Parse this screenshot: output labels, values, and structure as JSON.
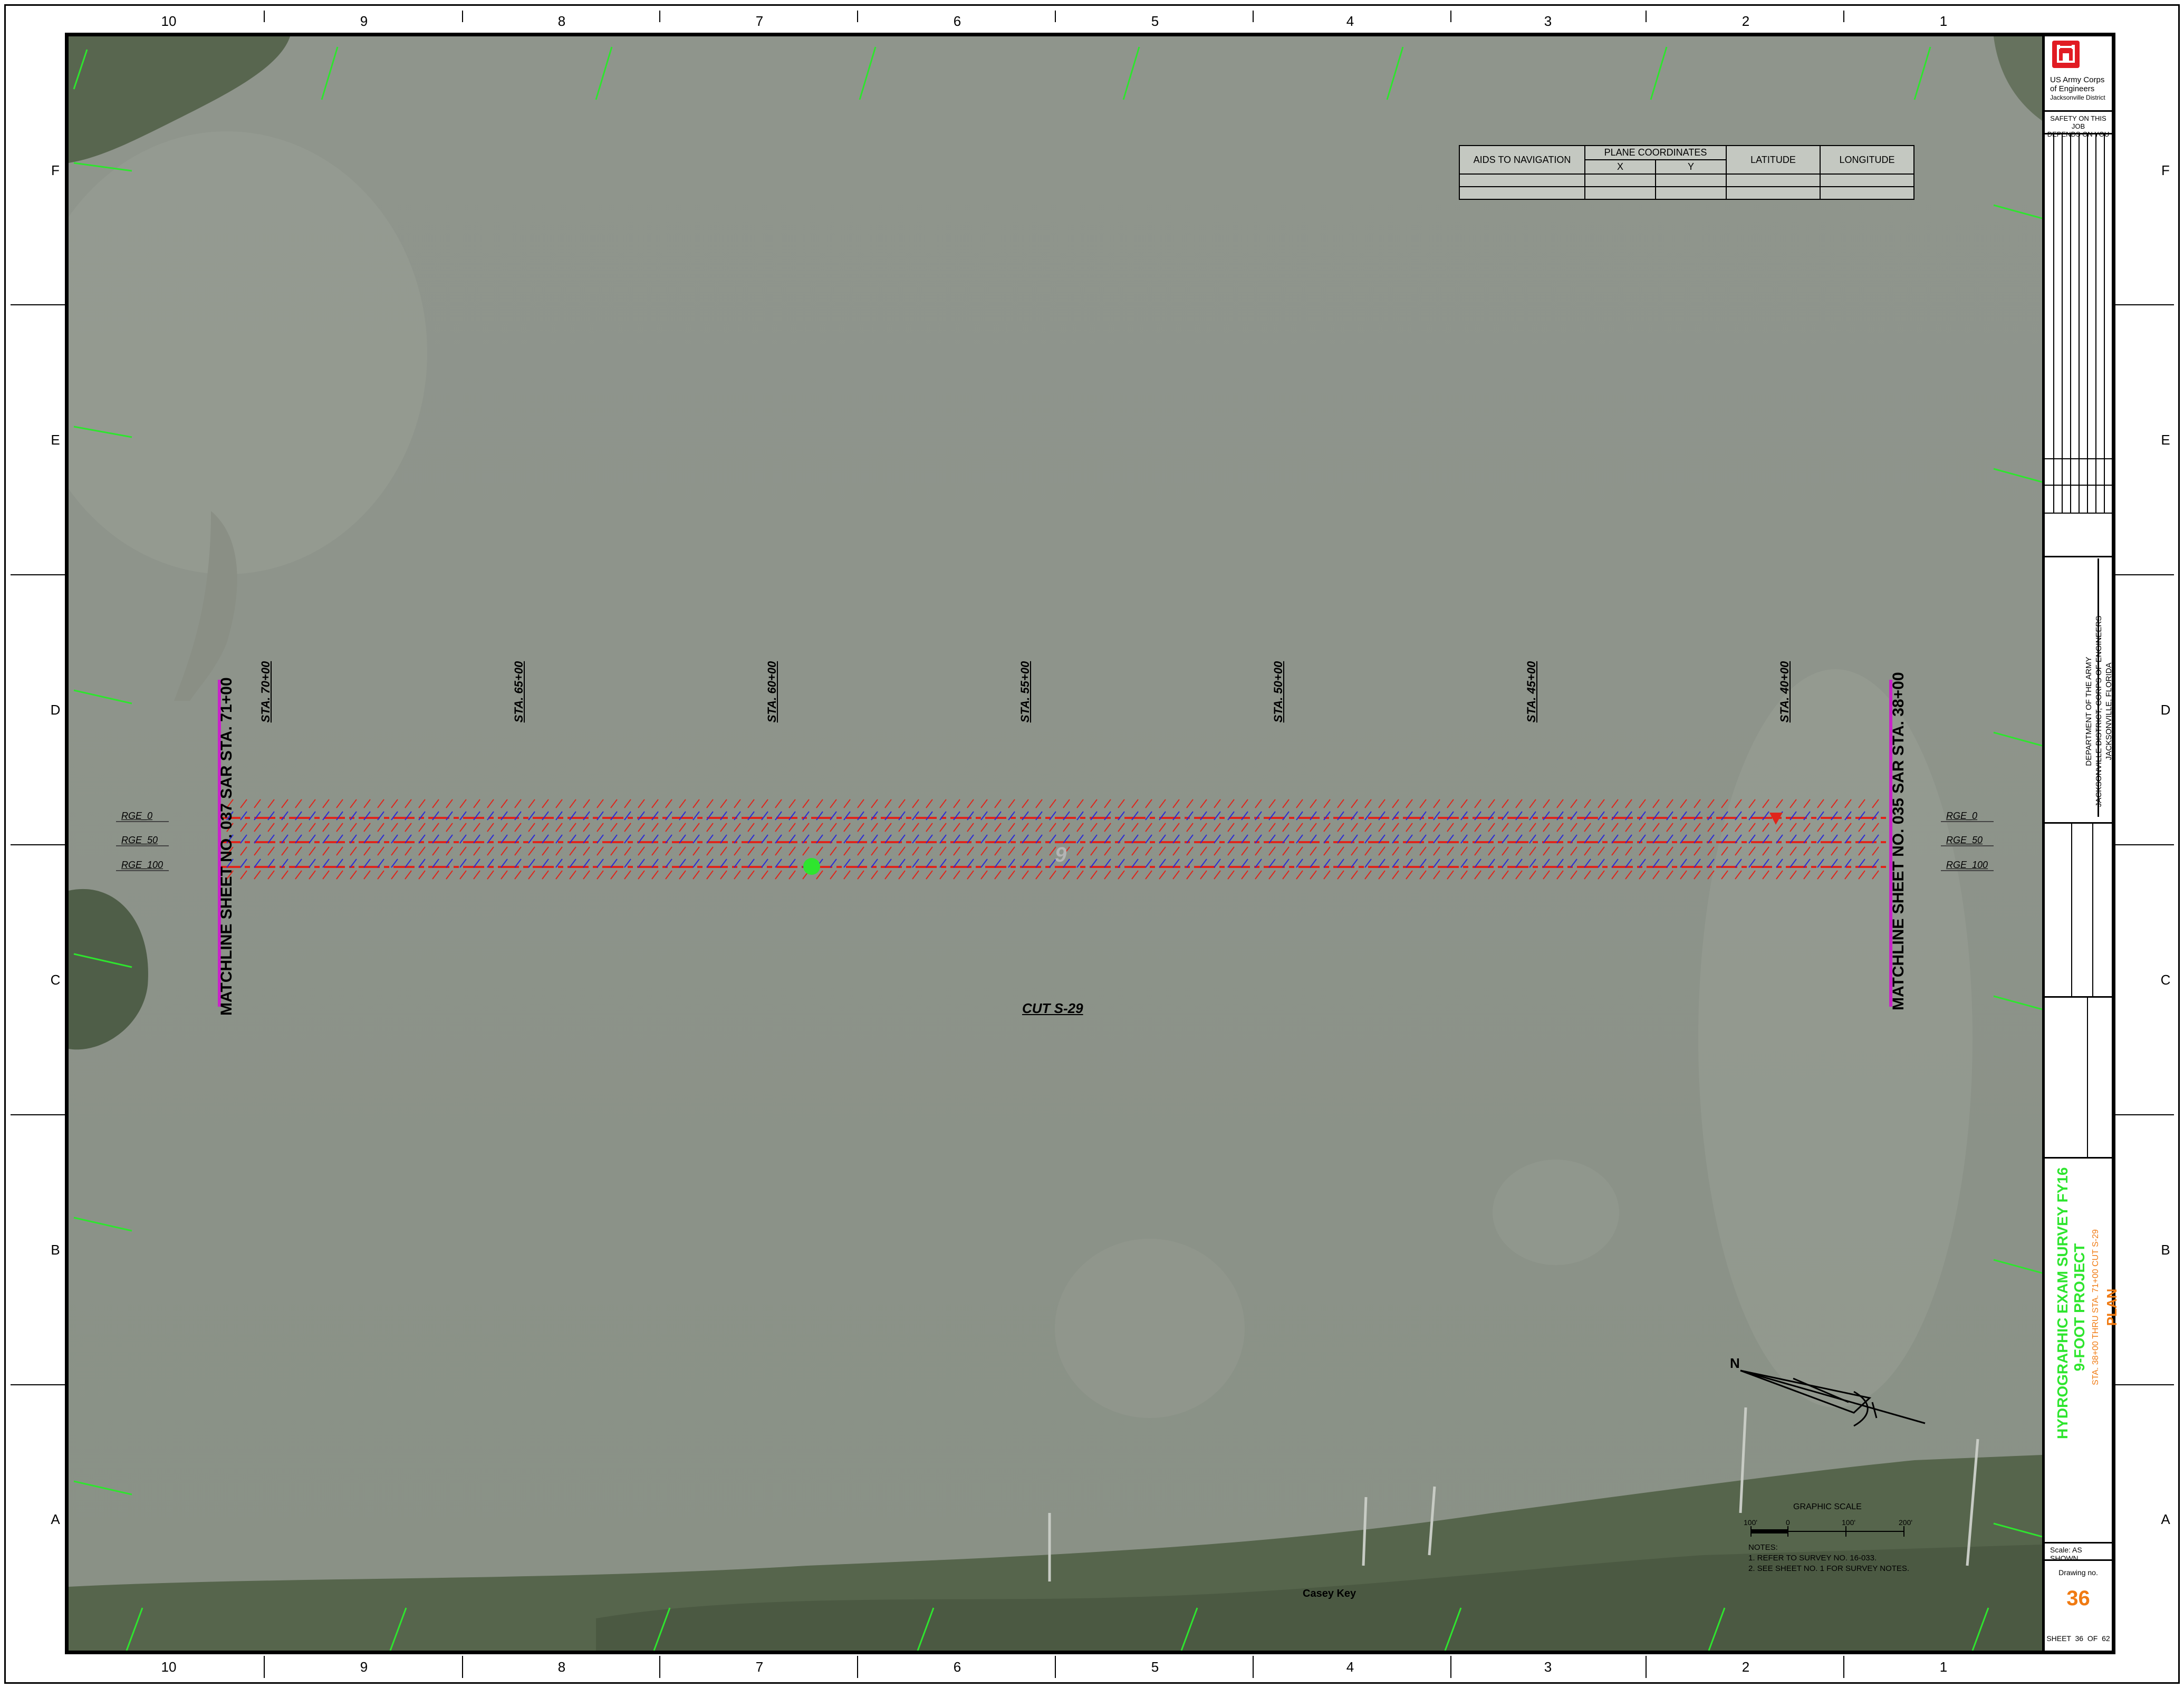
{
  "grid": {
    "columns": [
      "10",
      "9",
      "8",
      "7",
      "6",
      "5",
      "4",
      "3",
      "2",
      "1"
    ],
    "rows": [
      "F",
      "E",
      "D",
      "C",
      "B",
      "A"
    ]
  },
  "aids_table": {
    "headers": [
      "AIDS TO NAVIGATION",
      "PLANE COORDINATES",
      "LATITUDE",
      "LONGITUDE"
    ],
    "subheaders": [
      "X",
      "Y"
    ]
  },
  "plan": {
    "matchline_left": "MATCHLINE SHEET NO. 037 SAR STA. 71+00",
    "matchline_right": "MATCHLINE SHEET NO. 035 SAR STA. 38+00",
    "stations": [
      "STA. 70+00",
      "STA. 65+00",
      "STA. 60+00",
      "STA. 55+00",
      "STA. 50+00",
      "STA. 45+00",
      "STA. 40+00"
    ],
    "ranges": [
      "RGE_0",
      "RGE_50",
      "RGE_100"
    ],
    "cut_label": "CUT S-29",
    "place_label": "Casey Key",
    "channel_depth": "9",
    "line_color": "#e0251b",
    "sounding_color": "#2a2ad8"
  },
  "notes": {
    "scale_title": "GRAPHIC SCALE",
    "scale_ticks": [
      "100'",
      "0",
      "100'",
      "200'"
    ],
    "title": "NOTES:",
    "items": [
      "1. REFER TO SURVEY NO. 16-033.",
      "2. SEE SHEET NO. 1 FOR SURVEY NOTES."
    ]
  },
  "title_block": {
    "agency_line1": "US Army Corps",
    "agency_line2": "of Engineers",
    "district": "Jacksonville District",
    "safety_line1": "SAFETY ON THIS JOB",
    "safety_line2": "DEPENDS ON YOU",
    "dept_line1": "DEPARTMENT OF THE ARMY",
    "dept_line2": "JACKSONVILLE DISTRICT, CORPS OF ENGINEERS",
    "dept_line3": "JACKSONVILLE, FLORIDA",
    "project_line1": "HYDROGRAPHIC EXAM SURVEY FY16",
    "project_line2": "9-FOOT PROJECT",
    "subtitle": "STA. 38+00 THRU STA. 71+00 CUT S-29",
    "plan_label": "PLAN",
    "scale_label": "Scale:",
    "scale_value": "AS SHOWN",
    "drawing_label": "Drawing no.",
    "drawing_no": "36",
    "sheet_text": "SHEET  36  OF  62",
    "green": "#2ee52e",
    "orange": "#f07a12"
  }
}
